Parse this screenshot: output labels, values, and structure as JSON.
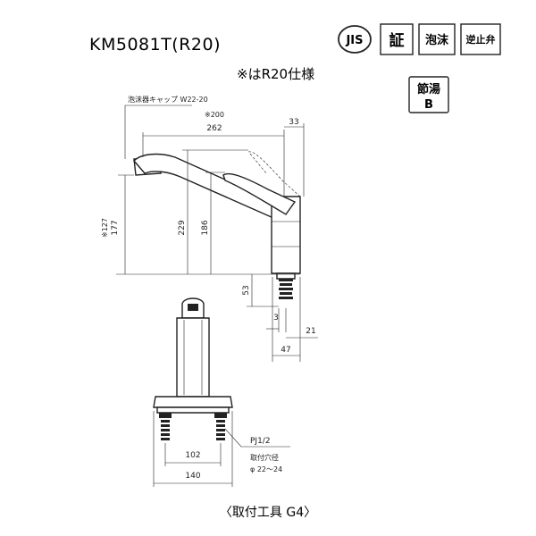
{
  "header": {
    "model": "KM5081T(R20)",
    "note": "※はR20仕様"
  },
  "badges": {
    "jis": "JIS",
    "certified": "証",
    "foam": "泡沫",
    "check_valve": "逆止弁",
    "saving_line1": "節湯",
    "saving_line2": "B"
  },
  "side_view": {
    "aerator_label": "泡沫器キャップ W22-20",
    "reach_r20": "※200",
    "reach": "262",
    "lever_offset": "33",
    "spout_height_r20": "※127",
    "spout_height": "177",
    "height_total": "229",
    "height_body": "186",
    "shank": "53",
    "offset_3": "3",
    "offset_21": "21",
    "base_width": "47"
  },
  "front_view": {
    "pipe_thread": "PJ1/2",
    "hole_label": "取付穴径",
    "hole_range": "φ 22～24",
    "pitch": "102",
    "width": "140"
  },
  "footer": {
    "tool": "〈取付工具 G4〉"
  }
}
